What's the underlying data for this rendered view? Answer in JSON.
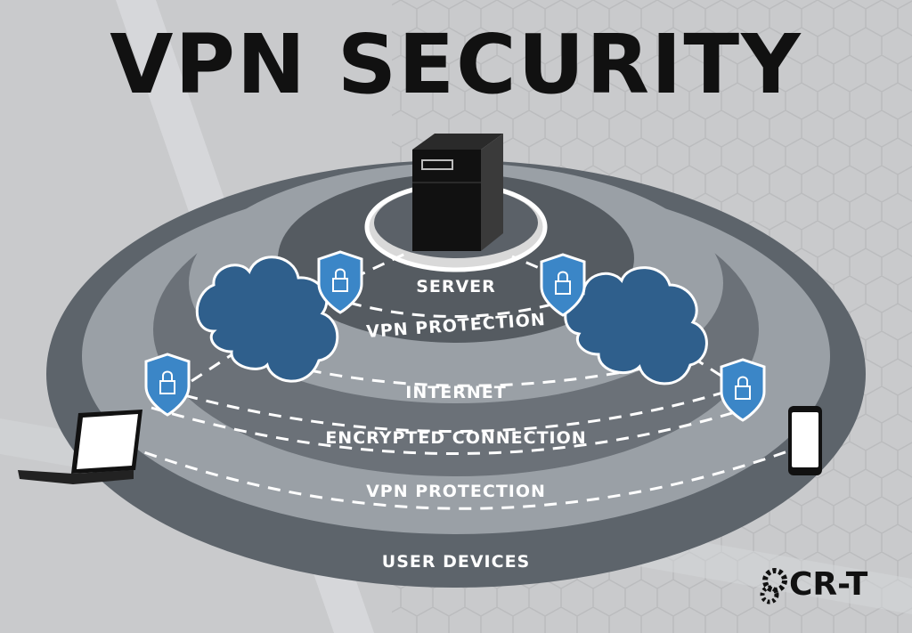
{
  "title": "VPN SECURITY",
  "labels": {
    "server": "SERVER",
    "vpn_protection_inner": "VPN PROTECTION",
    "internet": "INTERNET",
    "encrypted_connection": "ENCRYPTED CONNECTION",
    "vpn_protection_outer": "VPN PROTECTION",
    "user_devices": "USER DEVICES"
  },
  "logo": {
    "text": "CR-T",
    "icon": "gears-icon"
  },
  "icons": {
    "server": "server-tower-icon",
    "shield": "shield-lock-icon",
    "cloud": "cloud-icon",
    "laptop": "laptop-icon",
    "phone": "smartphone-icon"
  },
  "colors": {
    "background": "#c9cacc",
    "ring_outer": "#5d646b",
    "ring_light": "#9aa0a6",
    "ring_mid": "#6b7178",
    "ring_inner": "#555b61",
    "cloud": "#2f5f8c",
    "shield": "#3b86c7",
    "title": "#111111"
  }
}
